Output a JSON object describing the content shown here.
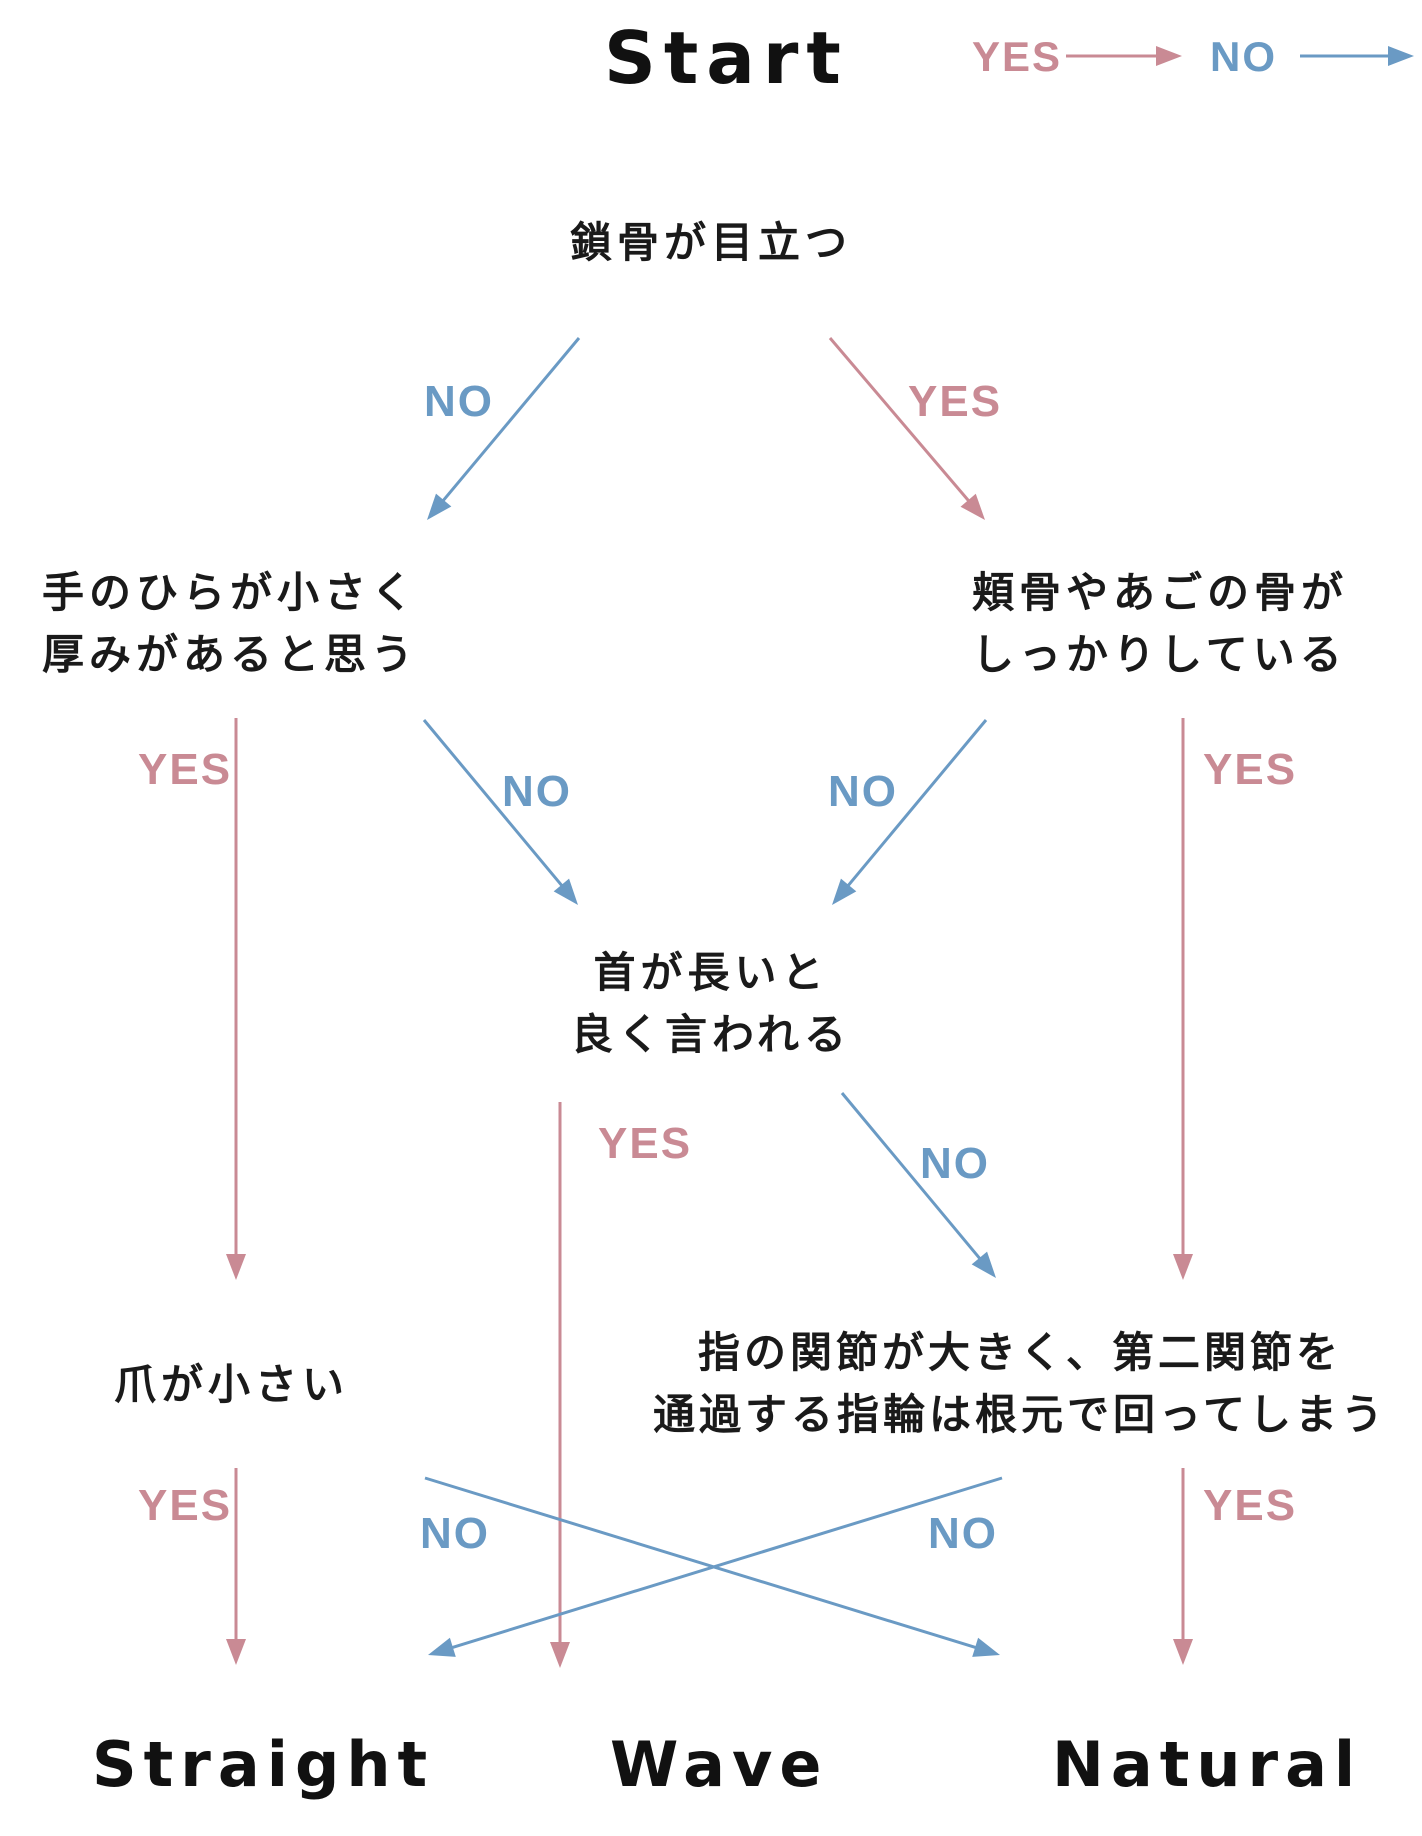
{
  "title": "Start",
  "legend": {
    "yes": {
      "label": "YES",
      "color": "#c98a94"
    },
    "no": {
      "label": "NO",
      "color": "#6a9ac4"
    }
  },
  "questions": {
    "q1": {
      "lines": [
        "鎖骨が目立つ"
      ]
    },
    "q2": {
      "lines": [
        "手のひらが小さく",
        "厚みがあると思う"
      ]
    },
    "q3": {
      "lines": [
        "頬骨やあごの骨が",
        "しっかりしている"
      ]
    },
    "q4": {
      "lines": [
        "首が長いと",
        "良く言われる"
      ]
    },
    "q5": {
      "lines": [
        "爪が小さい"
      ]
    },
    "q6": {
      "lines": [
        "指の関節が大きく、第二関節を",
        "通過する指輪は根元で回ってしまう"
      ]
    }
  },
  "results": {
    "straight": "Straight",
    "wave": "Wave",
    "natural": "Natural"
  },
  "edges": [
    {
      "from": "q1",
      "to": "q2",
      "answer": "NO"
    },
    {
      "from": "q1",
      "to": "q3",
      "answer": "YES"
    },
    {
      "from": "q2",
      "to": "q5",
      "answer": "YES"
    },
    {
      "from": "q2",
      "to": "q4",
      "answer": "NO"
    },
    {
      "from": "q3",
      "to": "q4",
      "answer": "NO"
    },
    {
      "from": "q3",
      "to": "q6",
      "answer": "YES"
    },
    {
      "from": "q4",
      "to": "wave",
      "answer": "YES"
    },
    {
      "from": "q4",
      "to": "q6",
      "answer": "NO"
    },
    {
      "from": "q5",
      "to": "straight",
      "answer": "YES"
    },
    {
      "from": "q5",
      "to": "natural",
      "answer": "NO"
    },
    {
      "from": "q6",
      "to": "straight",
      "answer": "NO"
    },
    {
      "from": "q6",
      "to": "natural",
      "answer": "YES"
    }
  ]
}
